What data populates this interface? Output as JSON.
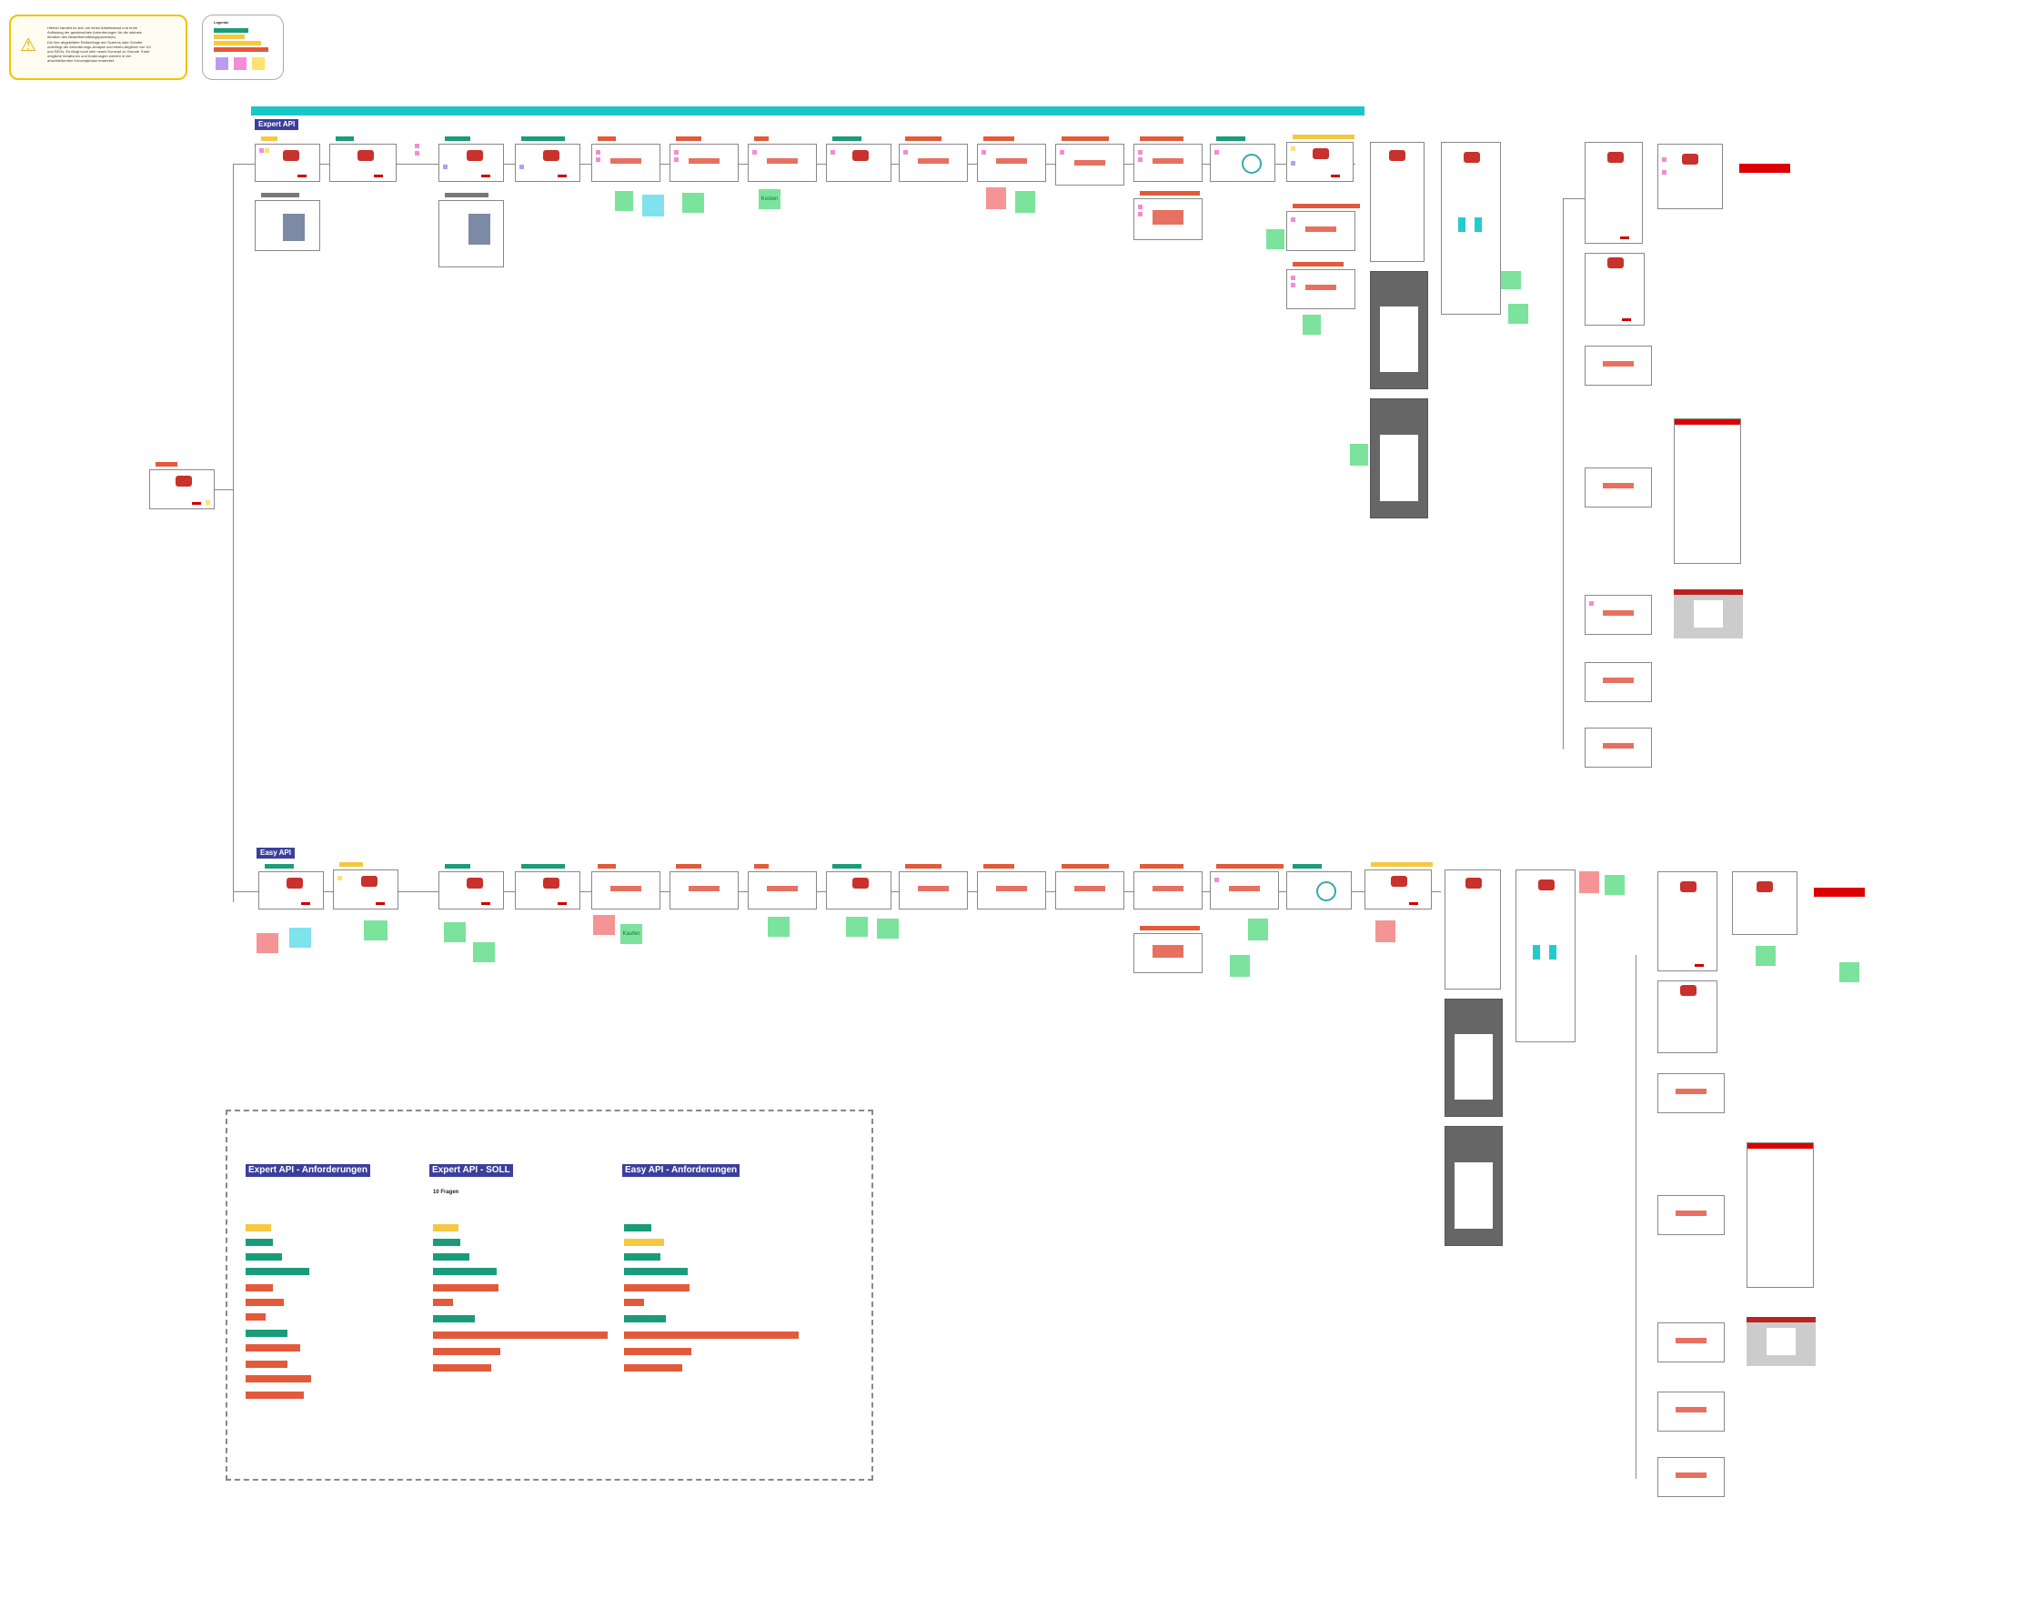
{
  "warning": {
    "lines": [
      "Hierbei handelt es sich um einen Arbeitsstand und erste",
      "Auflistung der gewünschten Anforderungen für die nächste",
      "Iteration des Bedarfsermittlungsprozesses.",
      "Die hier abgebildete Reihenfolge der Screens oder Schritte",
      "unterliegt der Anforderungs-Analyse und einem Abgleich von UX",
      "und SEOs. Es fängt noch kein neues Konzept zu Grunde. Erste",
      "mögliche Iterationen und Änderungen werden in der",
      "anschließenden Konzeptphase erarbeitet."
    ]
  },
  "legend": {
    "title": "Legende"
  },
  "sections": {
    "expert": {
      "label": "Expert API"
    },
    "easy": {
      "label": "Easy API"
    }
  },
  "requirements": {
    "expert": {
      "title": "Expert API - Anforderungen"
    },
    "soll": {
      "title": "Expert API - SOLL",
      "subtitle": "10 Fragen"
    },
    "easy": {
      "title": "Easy API - Anforderungen"
    }
  },
  "sticky_notes": {
    "kosten": "Kosten",
    "kaufen": "Kaufen"
  },
  "colors": {
    "teal_bar": "#19c7c7",
    "section_head": "#3b3f9c",
    "tag_green": "#1a9c7b",
    "tag_red": "#e25a3a",
    "tag_yellow": "#f5c842",
    "warning_border": "#f2c200",
    "sticky_pink": "#f58ad6"
  },
  "icons": [
    "warning-icon"
  ]
}
